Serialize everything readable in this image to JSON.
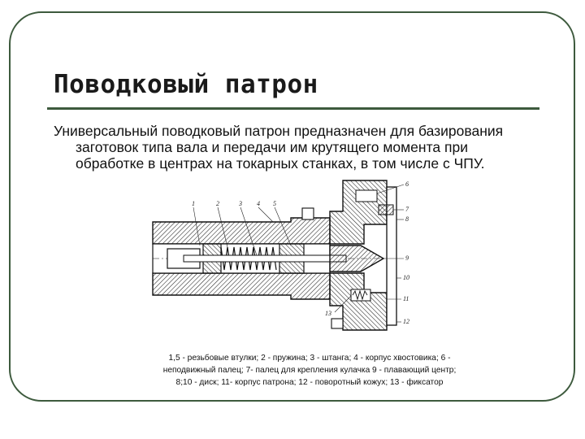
{
  "slide": {
    "title": "Поводковый патрон",
    "body_lines": [
      "Универсальный поводковый патрон предназначен для базирования",
      "заготовок типа вала и передачи им крутящего момента при",
      "обработке в центрах на токарных станках, в том числе с ЧПУ."
    ],
    "figure": {
      "callouts": {
        "n1": "1",
        "n2": "2",
        "n3": "3",
        "n4": "4",
        "n5": "5",
        "n6": "6",
        "n7": "7",
        "n8": "8",
        "n9": "9",
        "n10": "10",
        "n11": "11",
        "n12": "12",
        "n13": "13"
      }
    },
    "caption_lines": [
      "1,5 - резьбовые втулки; 2 -  пружина; 3 - штанга; 4 - корпус хвостовика; 6 -",
      "неподвижный палец; 7- палец для крепления кулачка 9 - плавающий центр;",
      "8;10 - диск; 11- корпус патрона; 12 -  поворотный кожух; 13 - фиксатор"
    ]
  },
  "colors": {
    "frame": "#3d5a3d",
    "rule": "#3d5a3d",
    "text": "#111111"
  }
}
